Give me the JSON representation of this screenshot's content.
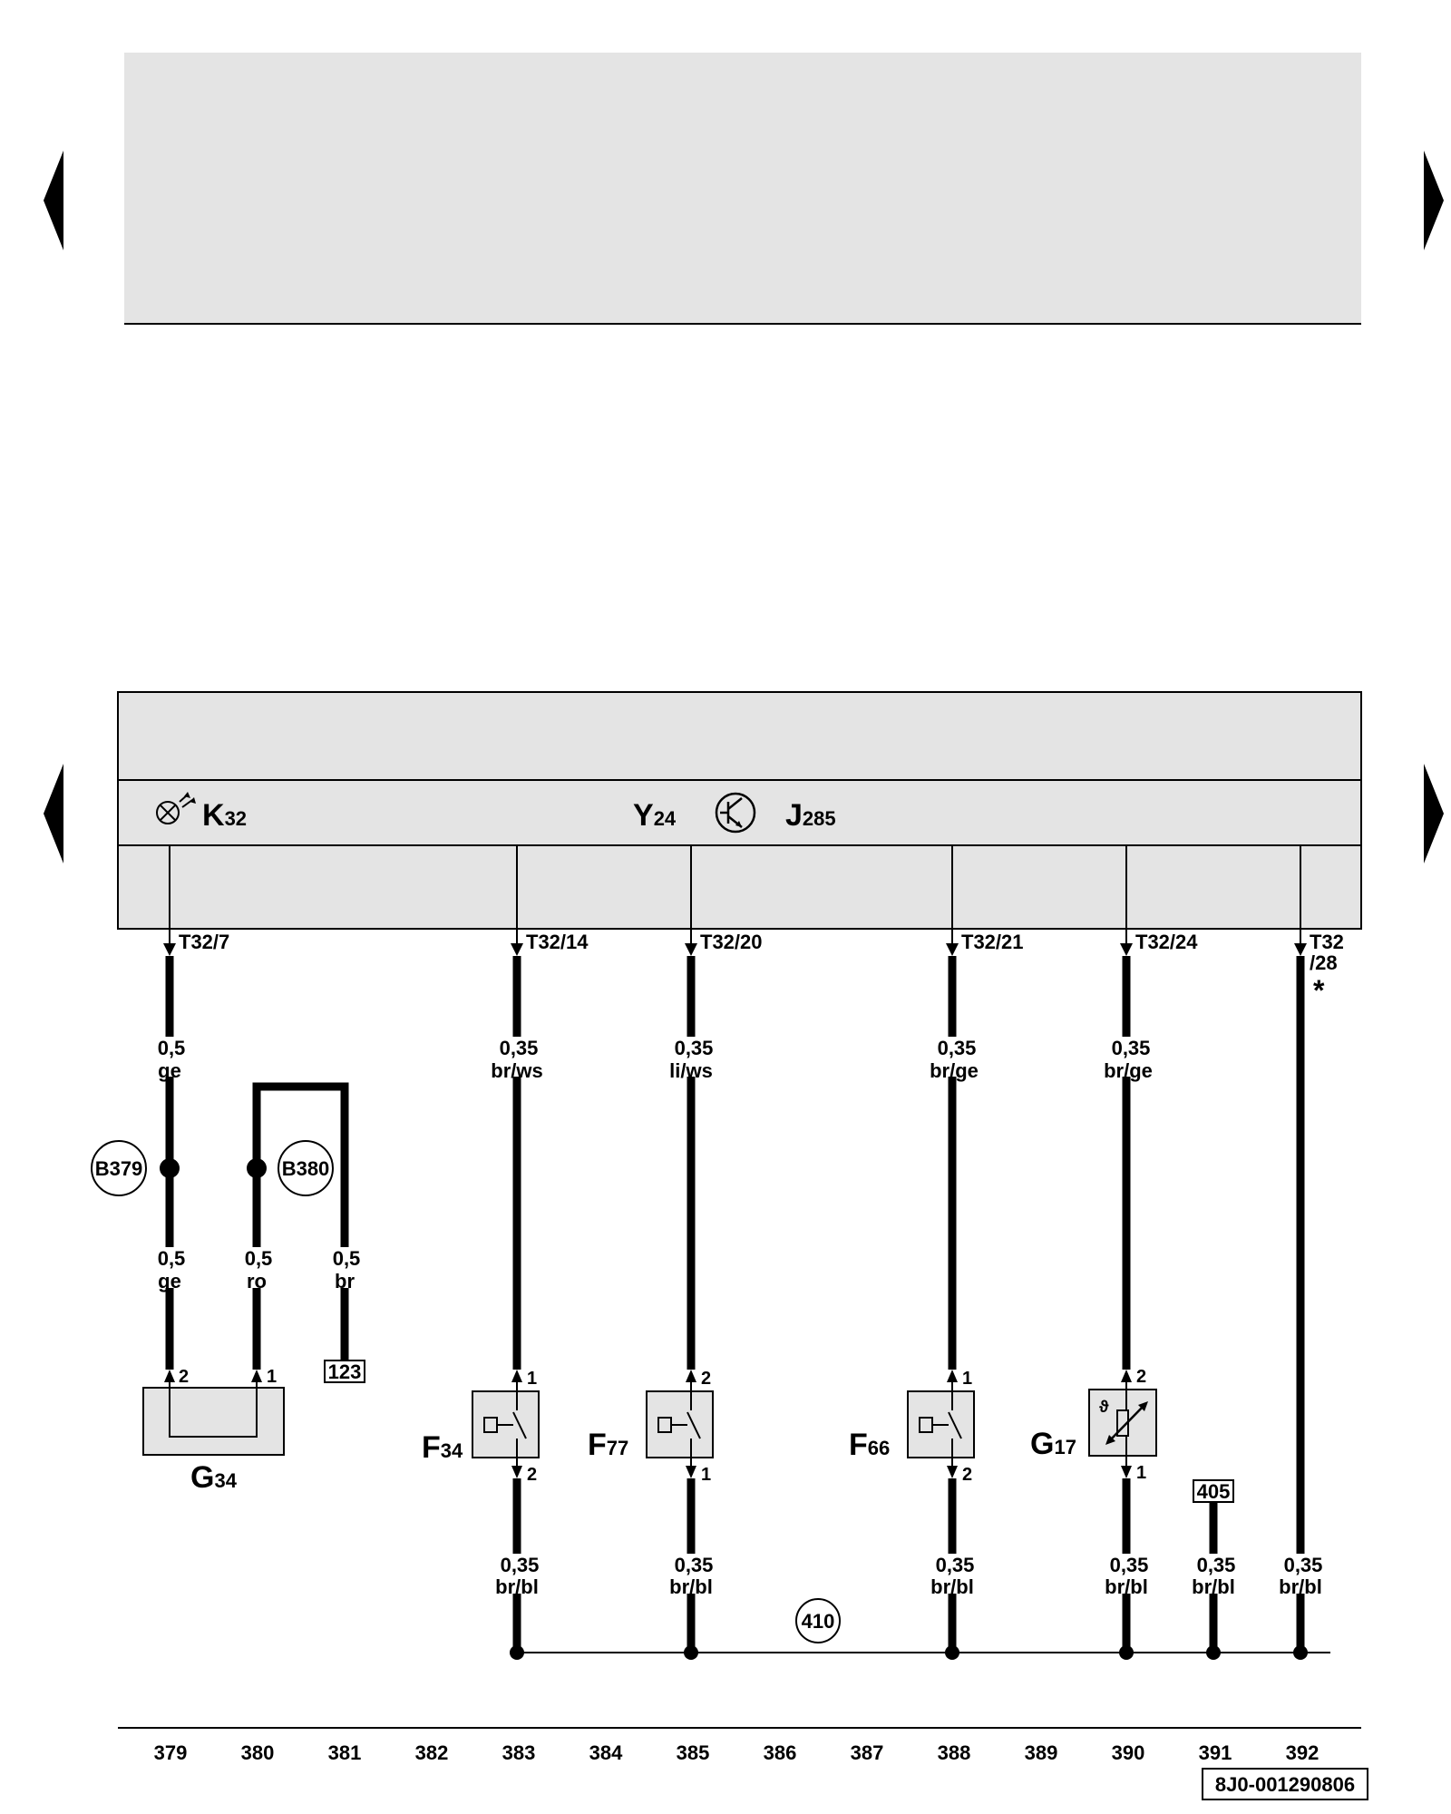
{
  "components": {
    "K32": {
      "letter": "K",
      "sub": "32"
    },
    "Y24": {
      "letter": "Y",
      "sub": "24"
    },
    "J285": {
      "letter": "J",
      "sub": "285"
    },
    "G34": {
      "letter": "G",
      "sub": "34"
    },
    "F34": {
      "letter": "F",
      "sub": "34"
    },
    "F77": {
      "letter": "F",
      "sub": "77"
    },
    "F66": {
      "letter": "F",
      "sub": "66"
    },
    "G17": {
      "letter": "G",
      "sub": "17"
    }
  },
  "connectors": {
    "c379": "T32/7",
    "c383": "T32/14",
    "c385": "T32/20",
    "c388": "T32/21",
    "c390": "T32/24",
    "c392a": "T32",
    "c392b": "/28",
    "asterisk": "*"
  },
  "wires": {
    "w379_top": {
      "size": "0,5",
      "color": "ge"
    },
    "w379_bot": {
      "size": "0,5",
      "color": "ge"
    },
    "w380": {
      "size": "0,5",
      "color": "ro"
    },
    "w381": {
      "size": "0,5",
      "color": "br"
    },
    "w383_top": {
      "size": "0,35",
      "color": "br/ws"
    },
    "w385_top": {
      "size": "0,35",
      "color": "li/ws"
    },
    "w388_top": {
      "size": "0,35",
      "color": "br/ge"
    },
    "w390_top": {
      "size": "0,35",
      "color": "br/ge"
    },
    "w383_bot": {
      "size": "0,35",
      "color": "br/bl"
    },
    "w385_bot": {
      "size": "0,35",
      "color": "br/bl"
    },
    "w388_bot": {
      "size": "0,35",
      "color": "br/bl"
    },
    "w390_bot": {
      "size": "0,35",
      "color": "br/bl"
    },
    "w391_bot": {
      "size": "0,35",
      "color": "br/bl"
    },
    "w392_bot": {
      "size": "0,35",
      "color": "br/bl"
    }
  },
  "pins": {
    "g34_left": "2",
    "g34_right": "1",
    "f34_top": "1",
    "f34_bot": "2",
    "f77_top": "2",
    "f77_bot": "1",
    "f66_top": "1",
    "f66_bot": "2",
    "g17_top": "2",
    "g17_bot": "1"
  },
  "splices": {
    "b379": "B379",
    "b380": "B380",
    "g410": "410"
  },
  "refs": {
    "r123": "123",
    "r405": "405"
  },
  "columns": [
    "379",
    "380",
    "381",
    "382",
    "383",
    "384",
    "385",
    "386",
    "387",
    "388",
    "389",
    "390",
    "391",
    "392"
  ],
  "diagram_id": "8J0-001290806"
}
